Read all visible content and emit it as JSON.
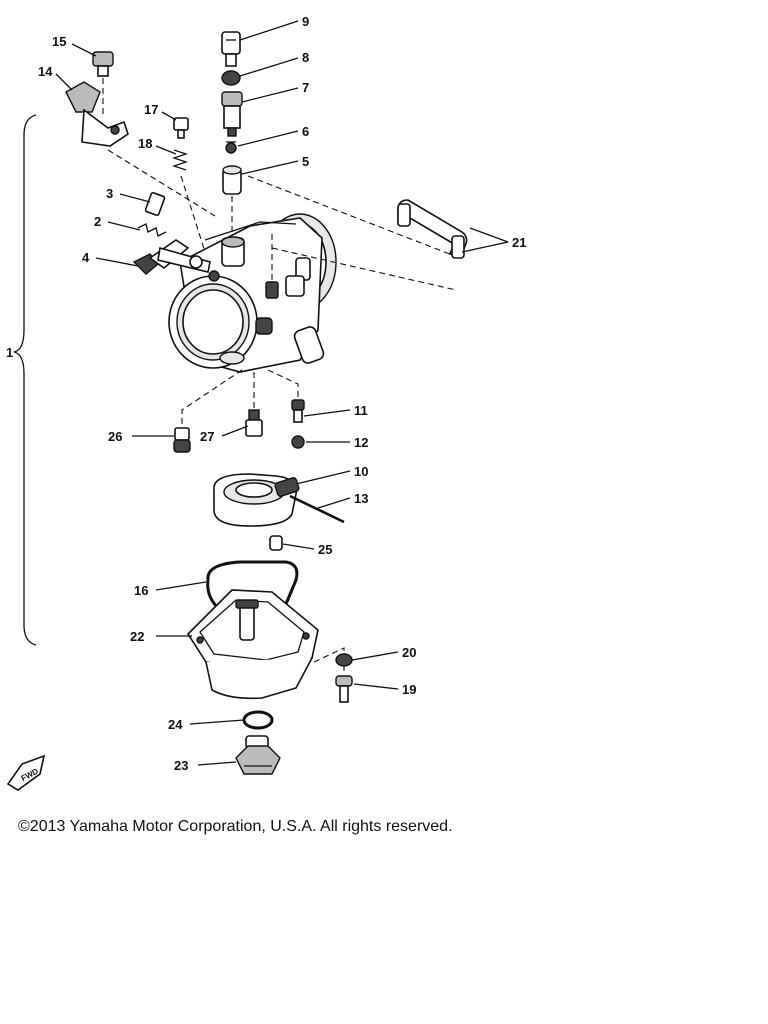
{
  "diagram": {
    "callouts": {
      "c1": "1",
      "c2": "2",
      "c3": "3",
      "c4": "4",
      "c5": "5",
      "c6": "6",
      "c7": "7",
      "c8": "8",
      "c9": "9",
      "c10": "10",
      "c11": "11",
      "c12": "12",
      "c13": "13",
      "c14": "14",
      "c15": "15",
      "c16": "16",
      "c17": "17",
      "c18": "18",
      "c19": "19",
      "c20": "20",
      "c21": "21",
      "c22": "22",
      "c23": "23",
      "c24": "24",
      "c25": "25",
      "c26": "26",
      "c27": "27"
    },
    "fwd_label": "FWD"
  },
  "footer": {
    "copyright": "©2013 Yamaha Motor Corporation, U.S.A. All rights reserved."
  }
}
